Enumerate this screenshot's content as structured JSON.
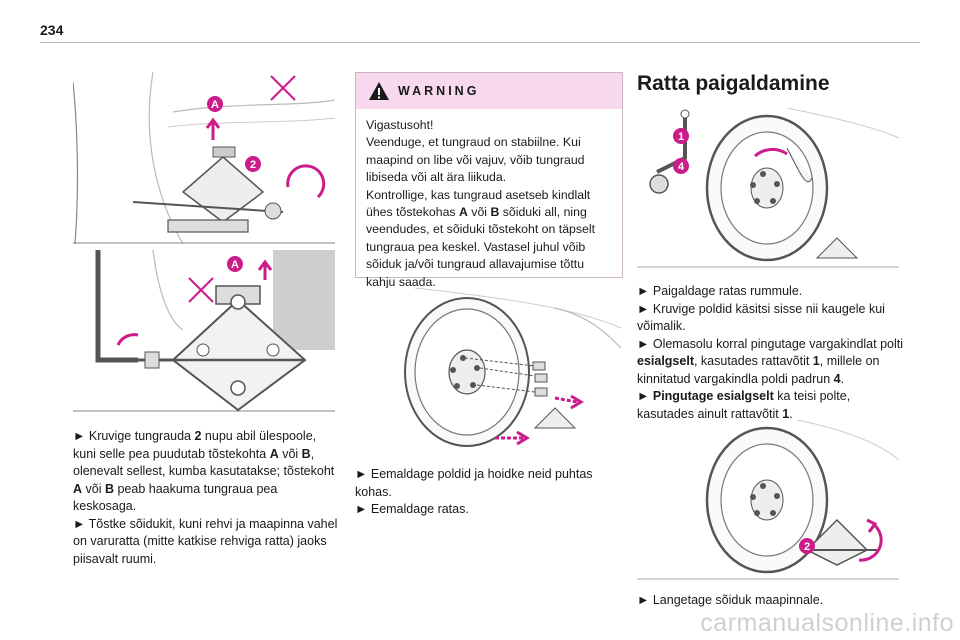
{
  "header": {
    "page_number": "234"
  },
  "figures": {
    "jack_raise": {
      "labels": [
        "A",
        "2"
      ]
    },
    "jack_closeup": {
      "labels": [
        "A"
      ]
    },
    "remove_bolts": {
      "labels": []
    },
    "install_wheel": {
      "labels": [
        "1",
        "4"
      ]
    },
    "lower_vehicle": {
      "labels": [
        "2"
      ]
    }
  },
  "col1": {
    "p1": {
      "bullet": "►",
      "t1": "Kruvige tungrauda ",
      "b1": "2",
      "t2": " nupu abil ülespoole, kuni selle pea puudutab tõstekohta ",
      "b2": "A",
      "t3": " või ",
      "b3": "B",
      "t4": ", olenevalt sellest, kumba kasutatakse; tõstekoht ",
      "b4": "A",
      "t5": " või ",
      "b5": "B",
      "t6": " peab haakuma tungraua pea keskosaga."
    },
    "p2": {
      "bullet": "►",
      "text": "Tõstke sõidukit, kuni rehvi ja maapinna vahel on varuratta (mitte katkise rehviga ratta) jaoks piisavalt ruumi."
    }
  },
  "warning": {
    "title": "WARNING",
    "t1": "Vigastusoht!",
    "t2": "Veenduge, et tungraud on stabiilne. Kui maapind on libe või vajuv, võib tungraud libiseda või alt ära liikuda.",
    "t3": "Kontrollige, kas tungraud asetseb kindlalt ühes tõstekohas ",
    "b1": "A",
    "t4": " või ",
    "b2": "B",
    "t5": " sõiduki all, ning veendudes, et sõiduki tõstekoht on täpselt tungraua pea keskel. Vastasel juhul võib sõiduk ja/või tungraud allavajumise tõttu kahju saada."
  },
  "col2": {
    "p1": {
      "bullet": "►",
      "text": "Eemaldage poldid ja hoidke neid puhtas kohas."
    },
    "p2": {
      "bullet": "►",
      "text": "Eemaldage ratas."
    }
  },
  "col3": {
    "title": "Ratta paigaldamine",
    "p1": {
      "bullet": "►",
      "text": "Paigaldage ratas rummule."
    },
    "p2": {
      "bullet": "►",
      "text": "Kruvige poldid käsitsi sisse nii kaugele kui võimalik."
    },
    "p3": {
      "bullet": "►",
      "t1": "Olemasolu korral pingutage vargakindlat polti ",
      "b1": "esialgselt",
      "t2": ", kasutades rattavõtit ",
      "b2": "1",
      "t3": ", millele on kinnitatud vargakindla poldi padrun ",
      "b3": "4",
      "t4": "."
    },
    "p4": {
      "bullet": "►",
      "b1": "Pingutage esialgselt",
      "t1": " ka teisi polte, kasutades ainult rattavõtit ",
      "b2": "1",
      "t2": "."
    },
    "p5": {
      "bullet": "►",
      "text": "Langetage sõiduk maapinnale."
    }
  },
  "footer": {
    "watermark": "carmanualsonline.info"
  },
  "colors": {
    "accent_magenta": "#cc1b8a",
    "warning_bg": "#f7d8ec",
    "line_gray": "#555555",
    "body_gray": "#8a8a8a"
  }
}
